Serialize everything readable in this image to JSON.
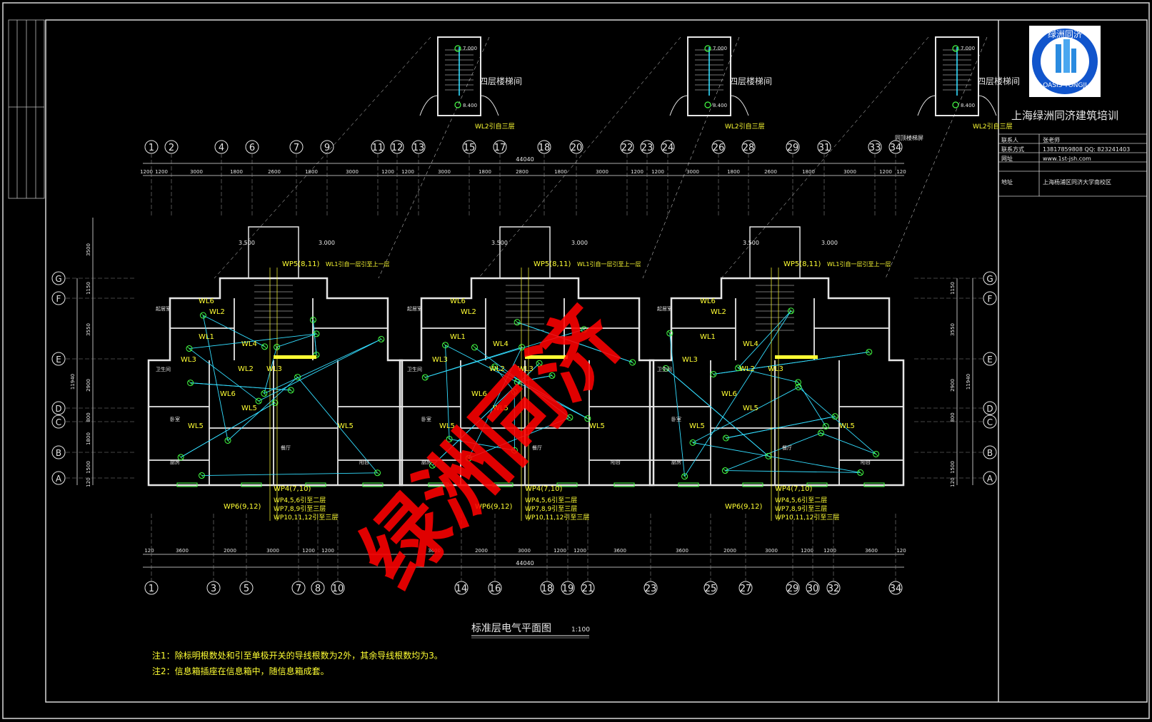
{
  "firm": {
    "logo_text": "绿洲同济",
    "logo_subtext": "OASIS TONGJI",
    "name": "上海绿洲同济建筑培训",
    "rows": [
      {
        "label": "联系人",
        "value": "张老师"
      },
      {
        "label": "联系方式",
        "value": "13817859808   QQ: 823241403"
      },
      {
        "label": "网址",
        "value": "www.1st-jsh.com"
      },
      {
        "label": "地址",
        "value": "上海杨浦区同济大学南校区"
      }
    ]
  },
  "stair_insets": [
    {
      "label": "四层楼梯间",
      "top_elev": "7.000",
      "bottom_elev": "8.400",
      "circuit": "WL2引自三层"
    },
    {
      "label": "四层楼梯间",
      "top_elev": "7.000",
      "bottom_elev": "8.400",
      "circuit": "WL2引自三层"
    },
    {
      "label": "四层楼梯间",
      "top_elev": "7.000",
      "bottom_elev": "8.400",
      "circuit": "WL2引自三层"
    }
  ],
  "top_axes": [
    "1",
    "2",
    "4",
    "6",
    "7",
    "9",
    "11",
    "12",
    "13",
    "15",
    "17",
    "18",
    "20",
    "22",
    "23",
    "24",
    "26",
    "28",
    "29",
    "31",
    "33",
    "34"
  ],
  "bottom_axes": [
    "1",
    "3",
    "5",
    "7",
    "8",
    "10",
    "14",
    "16",
    "18",
    "19",
    "21",
    "23",
    "25",
    "27",
    "29",
    "30",
    "32",
    "34"
  ],
  "row_axes": [
    "G",
    "F",
    "E",
    "D",
    "C",
    "B",
    "A"
  ],
  "top_dims": [
    "1200",
    "1200",
    "3000",
    "1800",
    "2600",
    "1800",
    "3000",
    "1200",
    "1200",
    "3000",
    "1800",
    "2800",
    "1800",
    "3000",
    "1200",
    "1200",
    "3000",
    "1800",
    "2600",
    "1800",
    "3000",
    "1200",
    "120"
  ],
  "bottom_dims": [
    "120",
    "3600",
    "2000",
    "3000",
    "1200",
    "1200",
    "3600",
    "2000",
    "3000",
    "1200",
    "1200",
    "3600",
    "3600",
    "2000",
    "3000",
    "1200",
    "1200",
    "3600",
    "120"
  ],
  "overall_dim": "44040",
  "left_dims": [
    "3500",
    "1150",
    "3550",
    "2900",
    "800",
    "1800",
    "1500",
    "120"
  ],
  "right_dims": [
    "1150",
    "3550",
    "2900",
    "800",
    "1500",
    "120"
  ],
  "side_total": "11940",
  "roof_note": "同顶楼梯屏",
  "elevations": [
    "3.500",
    "3.000"
  ],
  "units": [
    {
      "wl_top": "WL1引自一层引至上一层",
      "wp_top": "WP5(8,11)",
      "circuits": [
        "WL6",
        "WL2",
        "WL1",
        "WL4",
        "WL3",
        "WL2",
        "WL3",
        "WL6",
        "WL5",
        "WL5",
        "WL5"
      ],
      "wp6": "WP6(9,12)",
      "wp4": "WP4(7,10)",
      "wp_lines": [
        "WP4,5,6引至二层",
        "WP7,8,9引至三层",
        "WP10,11,12引至三层"
      ]
    },
    {
      "wl_top": "WL1引自一层引至上一层",
      "wp_top": "WP5(8,11)",
      "circuits": [
        "WL6",
        "WL2",
        "WL1",
        "WL4",
        "WL3",
        "WL2",
        "WL3",
        "WL6",
        "WL5",
        "WL5",
        "WL5"
      ],
      "wp6": "WP6(9,12)",
      "wp4": "WP4(7,10)",
      "wp_lines": [
        "WP4,5,6引至二层",
        "WP7,8,9引至三层",
        "WP10,11,12引至三层"
      ]
    },
    {
      "wl_top": "WL1引自一层引至上一层",
      "wp_top": "WP5(8,11)",
      "circuits": [
        "WL6",
        "WL2",
        "WL1",
        "WL4",
        "WL3",
        "WL2",
        "WL3",
        "WL6",
        "WL5",
        "WL5",
        "WL5"
      ],
      "wp6": "WP6(9,12)",
      "wp4": "WP4(7,10)",
      "wp_lines": [
        "WP4,5,6引至二层",
        "WP7,8,9引至三层",
        "WP10,11,12引至三层"
      ]
    }
  ],
  "room_labels": [
    "起居室",
    "卧室",
    "厨房",
    "卫生间",
    "餐厅",
    "阳台"
  ],
  "drawing_title": "标准层电气平面图",
  "scale": "1:100",
  "notes": [
    "注1：除标明根数处和引至单极开关的导线根数为2外，其余导线根数均为3。",
    "注2：信息箱插座在信息箱中，随信息箱成套。"
  ],
  "watermark": "绿洲同济",
  "colors": {
    "background": "#000000",
    "frame": "#d8d8d8",
    "wall": "#e6e6e6",
    "wiring": "#33ddff",
    "fixture": "#44ff44",
    "text_yellow": "#ffff33",
    "watermark": "#ff0000",
    "logo_blue": "#1155cc"
  }
}
